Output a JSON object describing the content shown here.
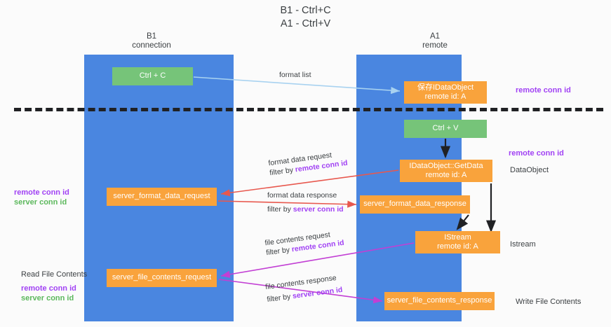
{
  "title": "B1 - Ctrl+C\nA1 - Ctrl+V",
  "columns": {
    "left": {
      "name": "B1",
      "role": "connection"
    },
    "right": {
      "name": "A1",
      "role": "remote"
    }
  },
  "nodes": {
    "ctrl_c": "Ctrl + C",
    "save_idataobject": "保存IDataObject\nremote id: A",
    "ctrl_v": "Ctrl + V",
    "idataobject_getdata": "IDataObject::GetData\nremote id: A",
    "server_format_data_request": "server_format_data_request",
    "server_format_data_response": "server_format_data_response",
    "istream": "IStream\nremote id: A",
    "server_file_contents_request": "server_file_contents_request",
    "server_file_contents_response": "server_file_contents_response"
  },
  "edges": {
    "format_list": "format list",
    "format_data_request": {
      "line1": "format data request",
      "line2_prefix": "filter by ",
      "line2_key": "remote conn id"
    },
    "format_data_response": {
      "line1": "format data response",
      "line2_prefix": "filter by ",
      "line2_key": "server conn id"
    },
    "file_contents_request": {
      "line1": "file contents request",
      "line2_prefix": "filter by ",
      "line2_key": "remote conn id"
    },
    "file_contents_response": {
      "line1": "file contents response",
      "line2_prefix": "filter by ",
      "line2_key": "server conn id"
    }
  },
  "side_labels": {
    "remote_conn_id_top": "remote conn id",
    "remote_conn_id_mid": "remote conn id",
    "data_object": "DataObject",
    "istream": "Istream",
    "write_file_contents": "Write File Contents",
    "read_file_contents": "Read File Contents",
    "remote_conn_id_left_mid": "remote conn id",
    "server_conn_id_left_mid": "server conn id",
    "remote_conn_id_left_bottom": "remote conn id",
    "server_conn_id_left_bottom": "server conn id"
  },
  "colors": {
    "lane": "#4a86e0",
    "node_orange": "#f9a33c",
    "node_green": "#76c479",
    "accent_purple": "#a142f4",
    "accent_green": "#5cb85c",
    "arrow_red": "#e8584e",
    "arrow_magenta": "#c23fd4",
    "arrow_lightblue": "#a8d2f0",
    "arrow_black": "#202124",
    "background": "#fbfbfb"
  }
}
